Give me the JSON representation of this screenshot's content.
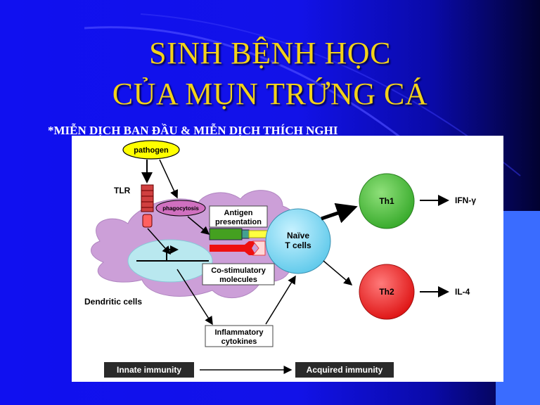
{
  "slide": {
    "title_line1": "SINH BỆNH HỌC",
    "title_line2": "CỦA MỤN TRỨNG CÁ",
    "subtitle": "*MIỄN DỊCH BAN ĐẦU & MIỄN DỊCH THÍCH NGHI"
  },
  "diagram": {
    "pathogen": "pathogen",
    "tlr": "TLR",
    "phagocytosis": "phagocytosis",
    "antigen_line1": "Antigen",
    "antigen_line2": "presentation",
    "costim_line1": "Co-stimulatory",
    "costim_line2": "molecules",
    "dendritic": "Dendritic cells",
    "naive_line1": "Naïve",
    "naive_line2": "T cells",
    "th1": "Th1",
    "th2": "Th2",
    "ifn": "IFN-γ",
    "il4": "IL-4",
    "inflam_line1": "Inflammatory",
    "inflam_line2": "cytokines",
    "innate": "Innate immunity",
    "acquired": "Acquired immunity"
  }
}
